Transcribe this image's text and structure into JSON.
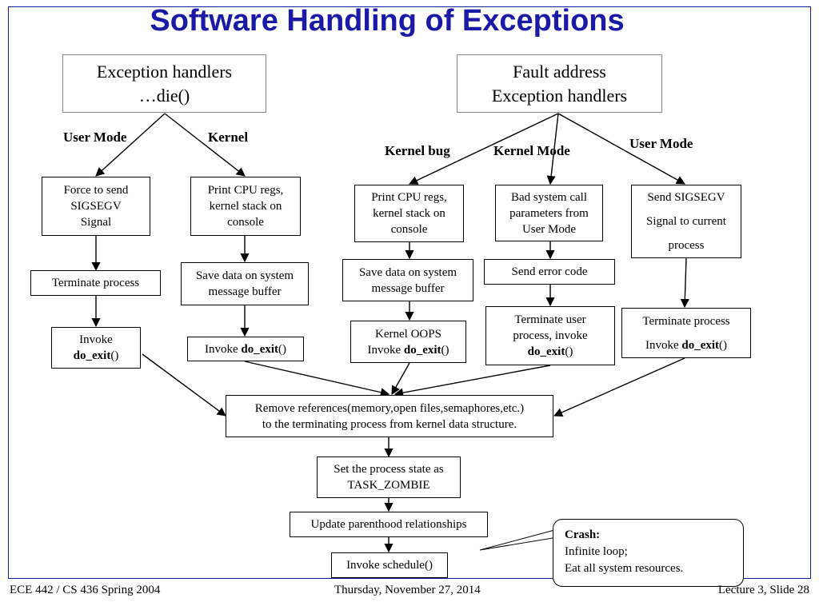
{
  "title": "Software Handling of Exceptions",
  "top_left_box": {
    "line1": "Exception handlers",
    "line2": "…die()"
  },
  "top_right_box": {
    "line1": "Fault address",
    "line2": "Exception handlers"
  },
  "labels": {
    "user_mode_left": "User Mode",
    "kernel": "Kernel",
    "kernel_bug": "Kernel bug",
    "kernel_mode": "Kernel Mode",
    "user_mode_right": "User Mode"
  },
  "col1": {
    "box1": [
      "Force to send",
      "SIGSEGV",
      "Signal"
    ],
    "box2": "Terminate process",
    "box3_prefix": "Invoke",
    "box3_bold": "do_exit",
    "box3_suffix": "()"
  },
  "col2": {
    "box1": [
      "Print CPU regs,",
      "kernel stack on",
      "console"
    ],
    "box2": [
      "Save data on system",
      "message buffer"
    ],
    "box3_prefix": "Invoke ",
    "box3_bold": "do_exit",
    "box3_suffix": "()"
  },
  "col3": {
    "box1": [
      "Print CPU regs,",
      "kernel stack on",
      "console"
    ],
    "box2": [
      "Save data on system",
      "message buffer"
    ],
    "box3_line1": "Kernel OOPS",
    "box3_prefix": "Invoke ",
    "box3_bold": "do_exit",
    "box3_suffix": "()"
  },
  "col4": {
    "box1": [
      "Bad system call",
      "parameters from",
      "User Mode"
    ],
    "box2": "Send error code",
    "box3_line1": "Terminate user",
    "box3_line2": "process, invoke",
    "box3_bold": "do_exit",
    "box3_suffix": "()"
  },
  "col5": {
    "box1": [
      "Send SIGSEGV",
      "Signal to current",
      "process"
    ],
    "box3_line1": "Terminate process",
    "box3_prefix": "Invoke ",
    "box3_bold": "do_exit",
    "box3_suffix": "()"
  },
  "flow": {
    "remove_refs": [
      "Remove references(memory,open files,semaphores,etc.)",
      "to the terminating process from kernel data structure."
    ],
    "set_state": [
      "Set the process state as",
      "TASK_ZOMBIE"
    ],
    "update_parent": "Update parenthood relationships",
    "invoke_schedule": "Invoke schedule()"
  },
  "crash": {
    "heading": "Crash:",
    "line1": "Infinite loop;",
    "line2": "Eat all system resources."
  },
  "footer": {
    "left": "ECE 442 / CS 436 Spring 2004",
    "center": "Thursday, November 27, 2014",
    "right": "Lecture 3, Slide 28"
  },
  "colors": {
    "title": "#1a1aa6",
    "frame": "#0b1f9e"
  }
}
